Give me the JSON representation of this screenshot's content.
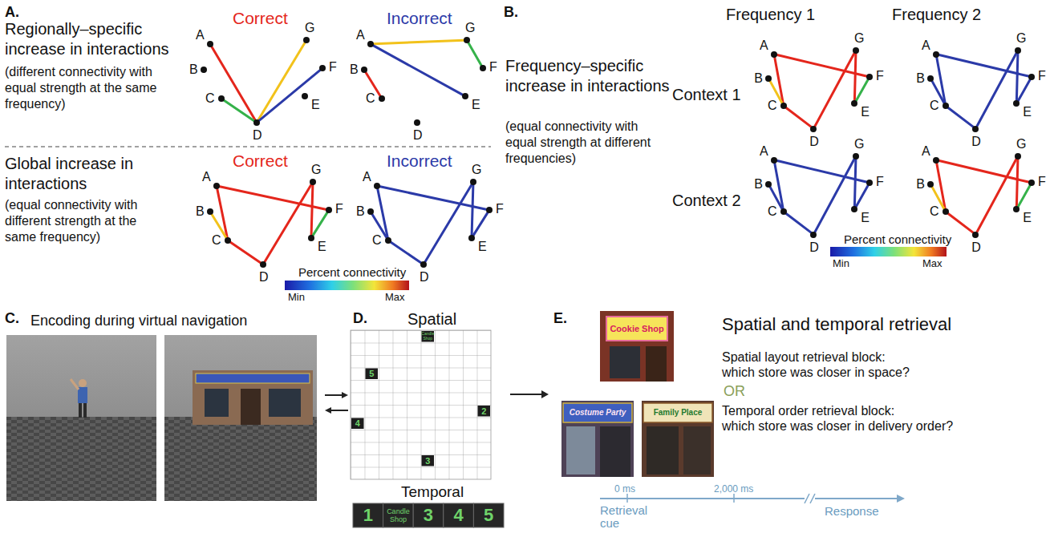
{
  "diagram": {
    "nodes": [
      {
        "text": [
          "A"
        ]
      },
      {
        "text": [
          "B"
        ]
      },
      {
        "text": [
          "C"
        ]
      },
      {
        "text": [
          "D"
        ]
      },
      {
        "text": [
          "E"
        ]
      },
      {
        "text": [
          "F"
        ]
      },
      {
        "text": [
          "G"
        ]
      },
      {
        "text": [
          "A"
        ]
      },
      {
        "text": [
          "B"
        ]
      },
      {
        "text": [
          "C"
        ]
      },
      {
        "text": [
          "D"
        ]
      },
      {
        "text": [
          "E"
        ]
      },
      {
        "text": [
          "F"
        ]
      },
      {
        "text": [
          "G"
        ]
      },
      {
        "text": [
          "A"
        ]
      },
      {
        "text": [
          "B"
        ]
      },
      {
        "text": [
          "C"
        ]
      },
      {
        "text": [
          "D"
        ]
      },
      {
        "text": [
          "E"
        ]
      },
      {
        "text": [
          "F"
        ]
      },
      {
        "text": [
          "G"
        ]
      },
      {
        "text": [
          "A"
        ]
      },
      {
        "text": [
          "B"
        ]
      },
      {
        "text": [
          "C"
        ]
      },
      {
        "text": [
          "D"
        ]
      },
      {
        "text": [
          "E"
        ]
      },
      {
        "text": [
          "F"
        ]
      },
      {
        "text": [
          "G"
        ]
      },
      {
        "text": [
          "A"
        ]
      },
      {
        "text": [
          "B"
        ]
      },
      {
        "text": [
          "C"
        ]
      },
      {
        "text": [
          "D"
        ]
      },
      {
        "text": [
          "E"
        ]
      },
      {
        "text": [
          "F"
        ]
      },
      {
        "text": [
          "G"
        ]
      },
      {
        "text": [
          "A"
        ]
      },
      {
        "text": [
          "B"
        ]
      },
      {
        "text": [
          "C"
        ]
      },
      {
        "text": [
          "D"
        ]
      },
      {
        "text": [
          "E"
        ]
      },
      {
        "text": [
          "F"
        ]
      },
      {
        "text": [
          "G"
        ]
      },
      {
        "text": [
          "A"
        ]
      },
      {
        "text": [
          "B"
        ]
      },
      {
        "text": [
          "C"
        ]
      },
      {
        "text": [
          "D"
        ]
      },
      {
        "text": [
          "E"
        ]
      },
      {
        "text": [
          "F"
        ]
      },
      {
        "text": [
          "G"
        ]
      },
      {
        "text": [
          "A"
        ]
      },
      {
        "text": [
          "B"
        ]
      },
      {
        "text": [
          "C"
        ]
      },
      {
        "text": [
          "D"
        ]
      },
      {
        "text": [
          "E"
        ]
      },
      {
        "text": [
          "F"
        ]
      },
      {
        "text": [
          "G"
        ]
      }
    ],
    "edges": [
      {
        "from": 0,
        "to": 3,
        "arrow": "none"
      },
      {
        "from": 6,
        "to": 3,
        "arrow": "none"
      },
      {
        "from": 5,
        "to": 3,
        "arrow": "none"
      },
      {
        "from": 2,
        "to": 3,
        "arrow": "none"
      },
      {
        "from": 7,
        "to": 13,
        "arrow": "none"
      },
      {
        "from": 7,
        "to": 11,
        "arrow": "none"
      },
      {
        "from": 13,
        "to": 12,
        "arrow": "none"
      },
      {
        "from": 8,
        "to": 9,
        "arrow": "none"
      },
      {
        "from": 14,
        "to": 16,
        "arrow": "none"
      },
      {
        "from": 15,
        "to": 16,
        "arrow": "none"
      },
      {
        "from": 16,
        "to": 17,
        "arrow": "none"
      },
      {
        "from": 17,
        "to": 20,
        "arrow": "none"
      },
      {
        "from": 14,
        "to": 19,
        "arrow": "none"
      },
      {
        "from": 20,
        "to": 18,
        "arrow": "none"
      },
      {
        "from": 19,
        "to": 18,
        "arrow": "none"
      },
      {
        "from": 21,
        "to": 23,
        "arrow": "none"
      },
      {
        "from": 22,
        "to": 23,
        "arrow": "none"
      },
      {
        "from": 23,
        "to": 24,
        "arrow": "none"
      },
      {
        "from": 24,
        "to": 27,
        "arrow": "none"
      },
      {
        "from": 21,
        "to": 26,
        "arrow": "none"
      },
      {
        "from": 27,
        "to": 25,
        "arrow": "none"
      },
      {
        "from": 26,
        "to": 25,
        "arrow": "none"
      },
      {
        "from": 28,
        "to": 30,
        "arrow": "none"
      },
      {
        "from": 29,
        "to": 30,
        "arrow": "none"
      },
      {
        "from": 30,
        "to": 31,
        "arrow": "none"
      },
      {
        "from": 31,
        "to": 34,
        "arrow": "none"
      },
      {
        "from": 28,
        "to": 33,
        "arrow": "none"
      },
      {
        "from": 34,
        "to": 32,
        "arrow": "none"
      },
      {
        "from": 33,
        "to": 32,
        "arrow": "none"
      },
      {
        "from": 35,
        "to": 37,
        "arrow": "none"
      },
      {
        "from": 36,
        "to": 37,
        "arrow": "none"
      },
      {
        "from": 37,
        "to": 38,
        "arrow": "none"
      },
      {
        "from": 38,
        "to": 41,
        "arrow": "none"
      },
      {
        "from": 35,
        "to": 40,
        "arrow": "none"
      },
      {
        "from": 41,
        "to": 39,
        "arrow": "none"
      },
      {
        "from": 40,
        "to": 39,
        "arrow": "none"
      },
      {
        "from": 42,
        "to": 44,
        "arrow": "none"
      },
      {
        "from": 43,
        "to": 44,
        "arrow": "none"
      },
      {
        "from": 44,
        "to": 45,
        "arrow": "none"
      },
      {
        "from": 45,
        "to": 48,
        "arrow": "none"
      },
      {
        "from": 42,
        "to": 47,
        "arrow": "none"
      },
      {
        "from": 48,
        "to": 46,
        "arrow": "none"
      },
      {
        "from": 47,
        "to": 46,
        "arrow": "none"
      },
      {
        "from": 49,
        "to": 51,
        "arrow": "none"
      },
      {
        "from": 50,
        "to": 51,
        "arrow": "none"
      },
      {
        "from": 51,
        "to": 52,
        "arrow": "none"
      },
      {
        "from": 52,
        "to": 55,
        "arrow": "none"
      },
      {
        "from": 49,
        "to": 54,
        "arrow": "none"
      },
      {
        "from": 55,
        "to": 53,
        "arrow": "none"
      },
      {
        "from": 54,
        "to": 53,
        "arrow": "none"
      }
    ],
    "labels": [
      "A.",
      "Correct",
      "Incorrect",
      "Regionally–specific increase in interactions",
      "(different connectivity with equal strength at the same frequency)",
      "Global increase in interactions",
      "(equal connectivity with different strength at the same frequency)",
      "Correct",
      "Incorrect",
      "Percent connectivity",
      "Min",
      "Max",
      "B.",
      "Frequency 1",
      "Frequency 2",
      "Frequency–specific increase in interactions",
      "(equal connectivity with equal strength at different frequencies)",
      "Context 1",
      "Context 2",
      "Percent connectivity",
      "Min",
      "Max",
      "C.",
      "Encoding during virtual navigation",
      "D.",
      "Spatial",
      "Candle Shop",
      "5",
      "2",
      "4",
      "3",
      "Temporal",
      "1",
      "Candle Shop",
      "3",
      "4",
      "5",
      "E.",
      "Cookie Shop",
      "Spatial and temporal retrieval",
      "Costume Party",
      "Family Place",
      "Spatial layout retrieval block:",
      "which store was closer in space?",
      "OR",
      "Temporal order retrieval block:",
      "which store was closer in delivery order?",
      "0 ms",
      "2,000 ms",
      "Retrieval cue",
      "Response"
    ]
  }
}
